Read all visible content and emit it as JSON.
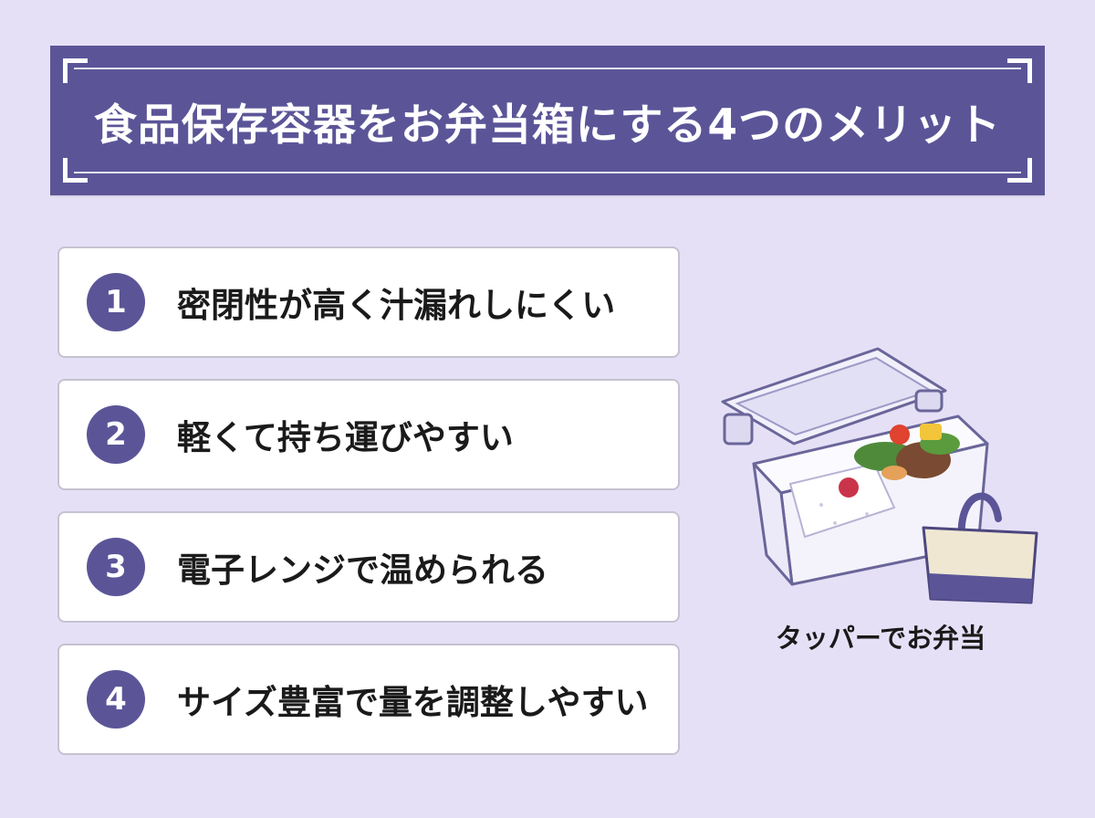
{
  "title": "食品保存容器をお弁当箱にする4つのメリット",
  "merits": [
    {
      "number": "1",
      "label": "密閉性が高く汁漏れしにくい"
    },
    {
      "number": "2",
      "label": "軽くて持ち運びやすい"
    },
    {
      "number": "3",
      "label": "電子レンジで温められる"
    },
    {
      "number": "4",
      "label": "サイズ豊富で量を調整しやすい"
    }
  ],
  "illustration": {
    "caption": "タッパーでお弁当"
  },
  "colors": {
    "background": "#e6e0f7",
    "accent": "#5b5598",
    "card": "#ffffff",
    "card_border": "#c5c2cf"
  }
}
